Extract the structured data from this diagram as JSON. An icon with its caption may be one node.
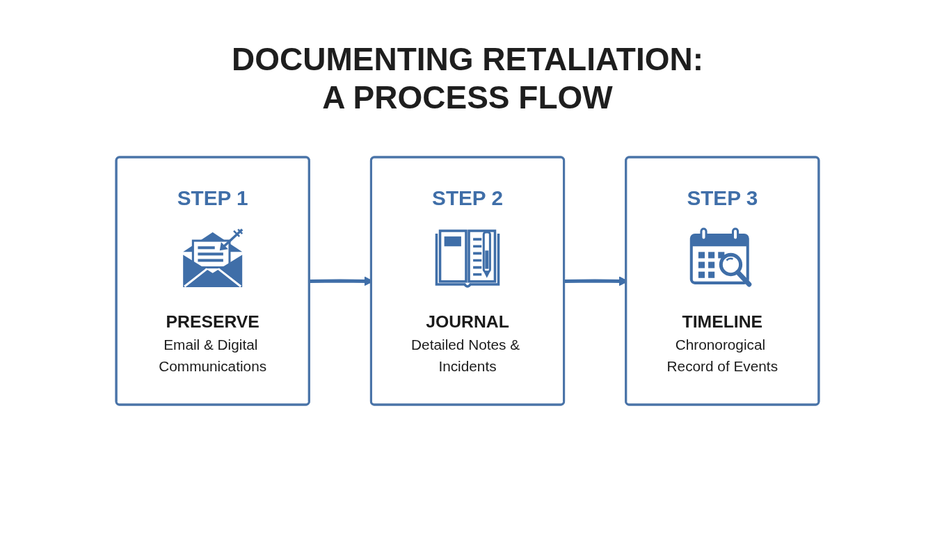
{
  "diagram": {
    "title": "DOCUMENTING RETALIATION: A PROCESS FLOW",
    "nodes": [
      {
        "text": [
          "STEP 1",
          "PRESERVE",
          "Email & Digital Communications"
        ]
      },
      {
        "text": [
          "STEP 2",
          "JOURNAL",
          "Detailed Notes & Incidents"
        ]
      },
      {
        "text": [
          "STEP 3",
          "TIMELINE",
          "Chronorogical Record of Events"
        ]
      }
    ],
    "edges": [
      {
        "from": 0,
        "to": 1,
        "arrow": "to"
      },
      {
        "from": 1,
        "to": 2,
        "arrow": "to"
      }
    ]
  }
}
